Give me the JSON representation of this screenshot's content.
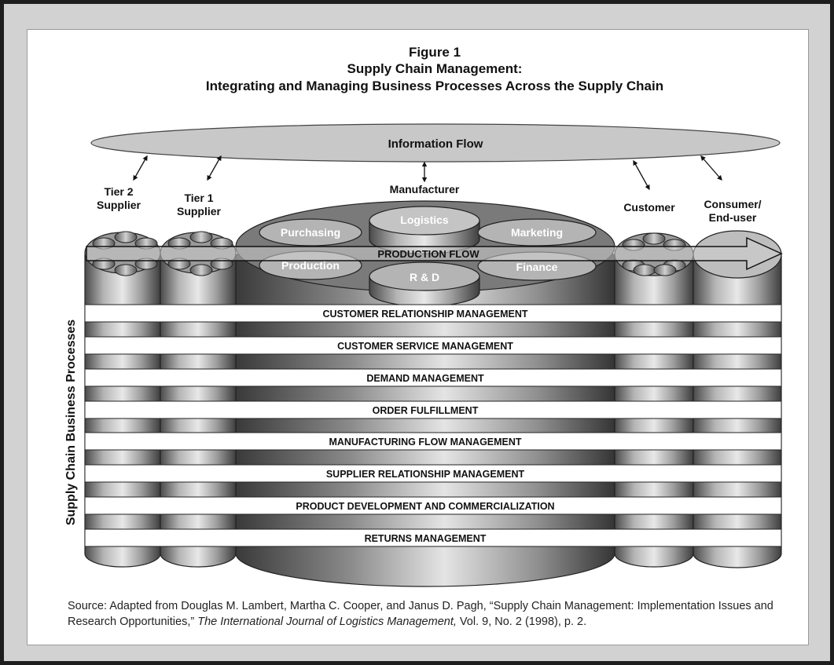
{
  "title": {
    "line1": "Figure 1",
    "line2": "Supply Chain Management:",
    "line3": "Integrating and Managing Business Processes Across the Supply Chain"
  },
  "information_flow": "Information Flow",
  "entities": {
    "tier2_line1": "Tier 2",
    "tier2_line2": "Supplier",
    "tier1_line1": "Tier 1",
    "tier1_line2": "Supplier",
    "manufacturer": "Manufacturer",
    "customer": "Customer",
    "consumer_line1": "Consumer/",
    "consumer_line2": "End-user"
  },
  "functions": {
    "purchasing": "Purchasing",
    "logistics": "Logistics",
    "marketing": "Marketing",
    "production": "Production",
    "rd": "R & D",
    "finance": "Finance"
  },
  "production_flow": "PRODUCTION FLOW",
  "side_label": "Supply Chain Business Processes",
  "processes": [
    "CUSTOMER RELATIONSHIP MANAGEMENT",
    "CUSTOMER SERVICE MANAGEMENT",
    "DEMAND MANAGEMENT",
    "ORDER FULFILLMENT",
    "MANUFACTURING FLOW MANAGEMENT",
    "SUPPLIER RELATIONSHIP MANAGEMENT",
    "PRODUCT DEVELOPMENT AND COMMERCIALIZATION",
    "RETURNS MANAGEMENT"
  ],
  "source": {
    "prefix": "Source: Adapted from Douglas M. Lambert, Martha C. Cooper, and Janus D. Pagh, “Supply Chain Management: Implementation Issues and Research Opportunities,” ",
    "journal": "The International Journal of Logistics Management,",
    "suffix": " Vol. 9, No. 2 (1998), p. 2."
  }
}
